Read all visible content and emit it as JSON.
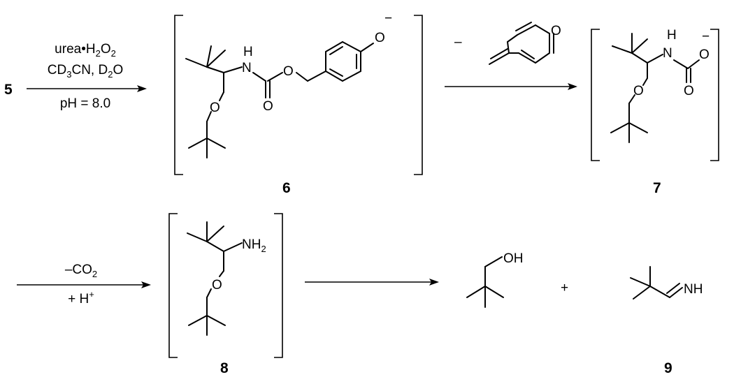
{
  "compounds": {
    "c5": "5",
    "c6": "6",
    "c7": "7",
    "c8": "8",
    "c9": "9"
  },
  "atoms": {
    "H": "H",
    "N": "N",
    "O": "O",
    "NH2_N": "NH",
    "NH2_sub": "2",
    "OH": "OH",
    "NH": "NH",
    "minus": "−"
  },
  "reactions": {
    "step1": {
      "line1": "urea•H",
      "line1_sub": "2",
      "line1_mid": "O",
      "line1_sub2": "2",
      "line2_a": "CD",
      "line2_sub": "3",
      "line2_b": "CN, D",
      "line2_sub2": "2",
      "line2_c": "O",
      "line3": "pH = 8.0"
    },
    "step2": {
      "minus_sign": "–"
    },
    "step3": {
      "line1": "–CO",
      "line1_sub": "2",
      "line2": "+ H",
      "line2_sup": "+"
    },
    "plus": "+"
  }
}
